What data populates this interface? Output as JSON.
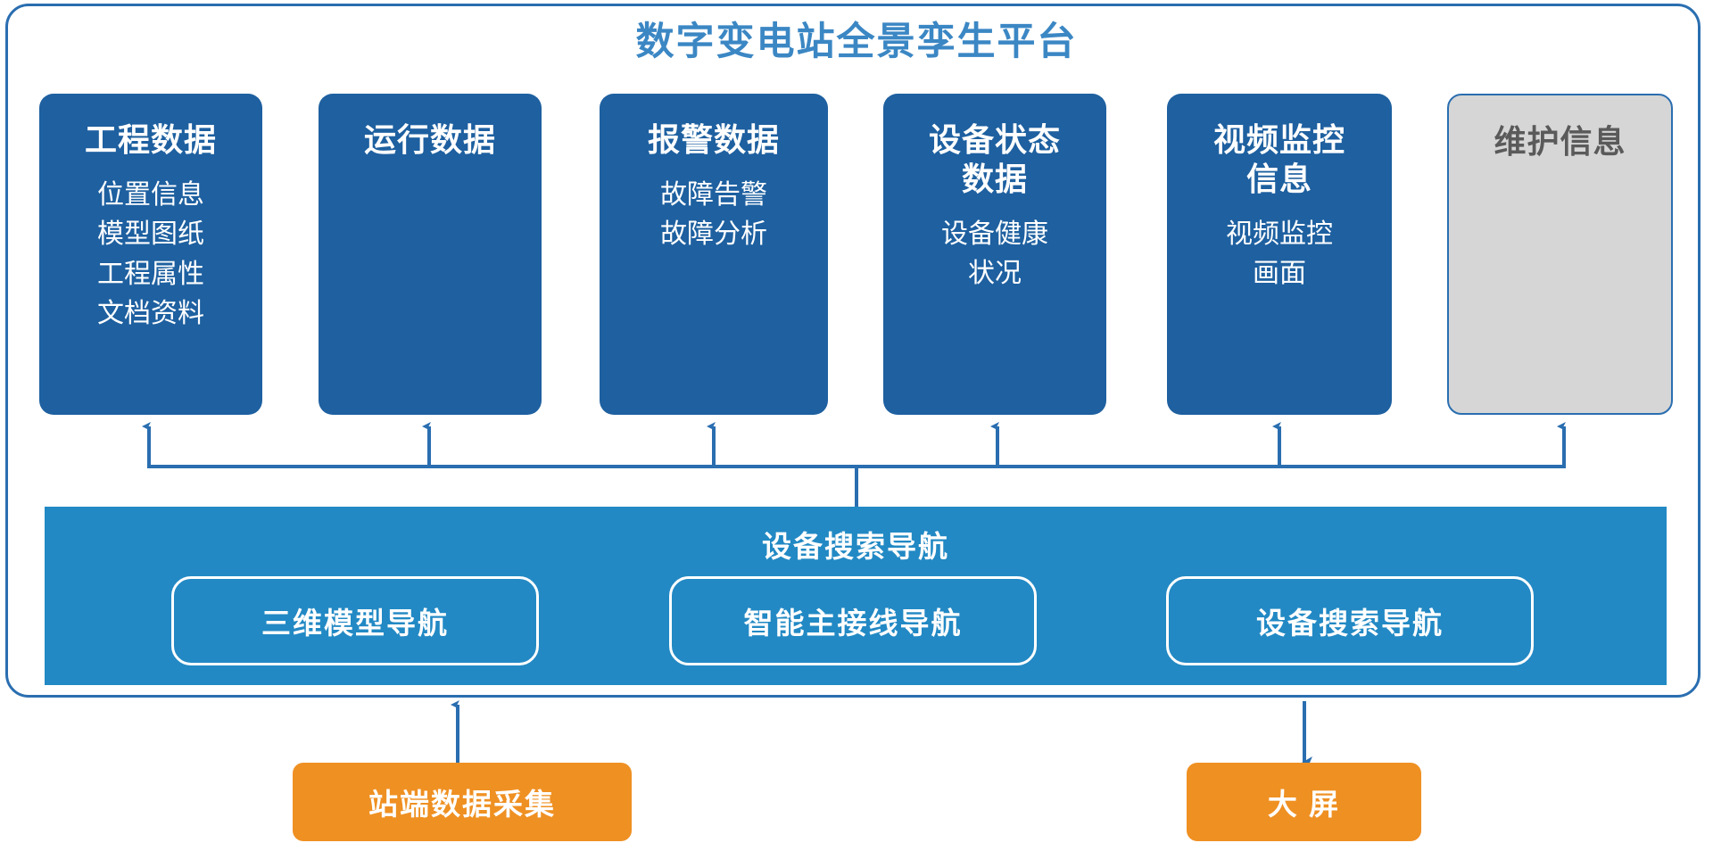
{
  "title": "数字变电站全景孪生平台",
  "colors": {
    "card_blue": "#1e60a0",
    "band_blue": "#2289c4",
    "title_blue": "#3b87c4",
    "border_blue": "#2a6eb0",
    "ghost_gray": "#d6d6d6",
    "ghost_text": "#5a5a5a",
    "orange": "#ef9022",
    "arrow_blue": "#2a6eb0",
    "white": "#ffffff"
  },
  "cards": [
    {
      "title": "工程数据",
      "items": [
        "位置信息",
        "模型图纸",
        "工程属性",
        "文档资料"
      ],
      "state": "active"
    },
    {
      "title": "运行数据",
      "items": [],
      "state": "active"
    },
    {
      "title": "报警数据",
      "items": [
        "故障告警",
        "故障分析"
      ],
      "state": "active"
    },
    {
      "title": "设备状态\n数据",
      "title_line1": "设备状态",
      "title_line2": "数据",
      "items": [
        "设备健康",
        "状况"
      ],
      "state": "active"
    },
    {
      "title": "视频监控\n信息",
      "title_line1": "视频监控",
      "title_line2": "信息",
      "items": [
        "视频监控",
        "画面"
      ],
      "state": "active"
    },
    {
      "title": "维护信息",
      "items": [],
      "state": "disabled"
    }
  ],
  "nav_band": {
    "title": "设备搜索导航",
    "buttons": [
      {
        "label": "三维模型导航"
      },
      {
        "label": "智能主接线导航"
      },
      {
        "label": "设备搜索导航"
      }
    ]
  },
  "bottom_boxes": [
    {
      "label": "站端数据采集",
      "direction": "up"
    },
    {
      "label": "大  屏",
      "direction": "down"
    }
  ]
}
